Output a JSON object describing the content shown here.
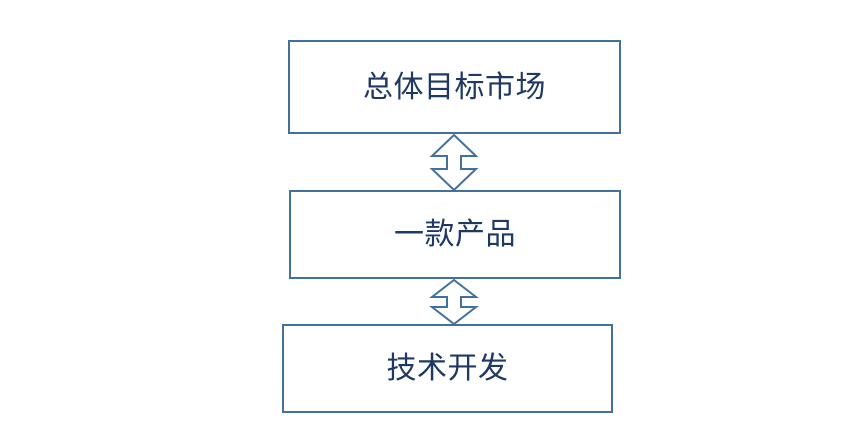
{
  "diagram": {
    "type": "vertical-flow",
    "background_color": "#FFFFFF",
    "border_color": "#41719C",
    "text_color": "#1F3864",
    "fill_color": "#FFFFFF",
    "nodes": [
      {
        "id": "tam",
        "label": "总体目标市场",
        "order": 1
      },
      {
        "id": "product",
        "label": "一款产品",
        "order": 2
      },
      {
        "id": "tech",
        "label": "技术开发",
        "order": 3
      }
    ],
    "connectors": [
      {
        "id": "tam-product",
        "icon": "double-arrow-up-down-icon",
        "from": "tam",
        "to": "product",
        "bidirectional": true
      },
      {
        "id": "product-tech",
        "icon": "double-arrow-up-down-icon",
        "from": "product",
        "to": "tech",
        "bidirectional": true
      }
    ]
  }
}
